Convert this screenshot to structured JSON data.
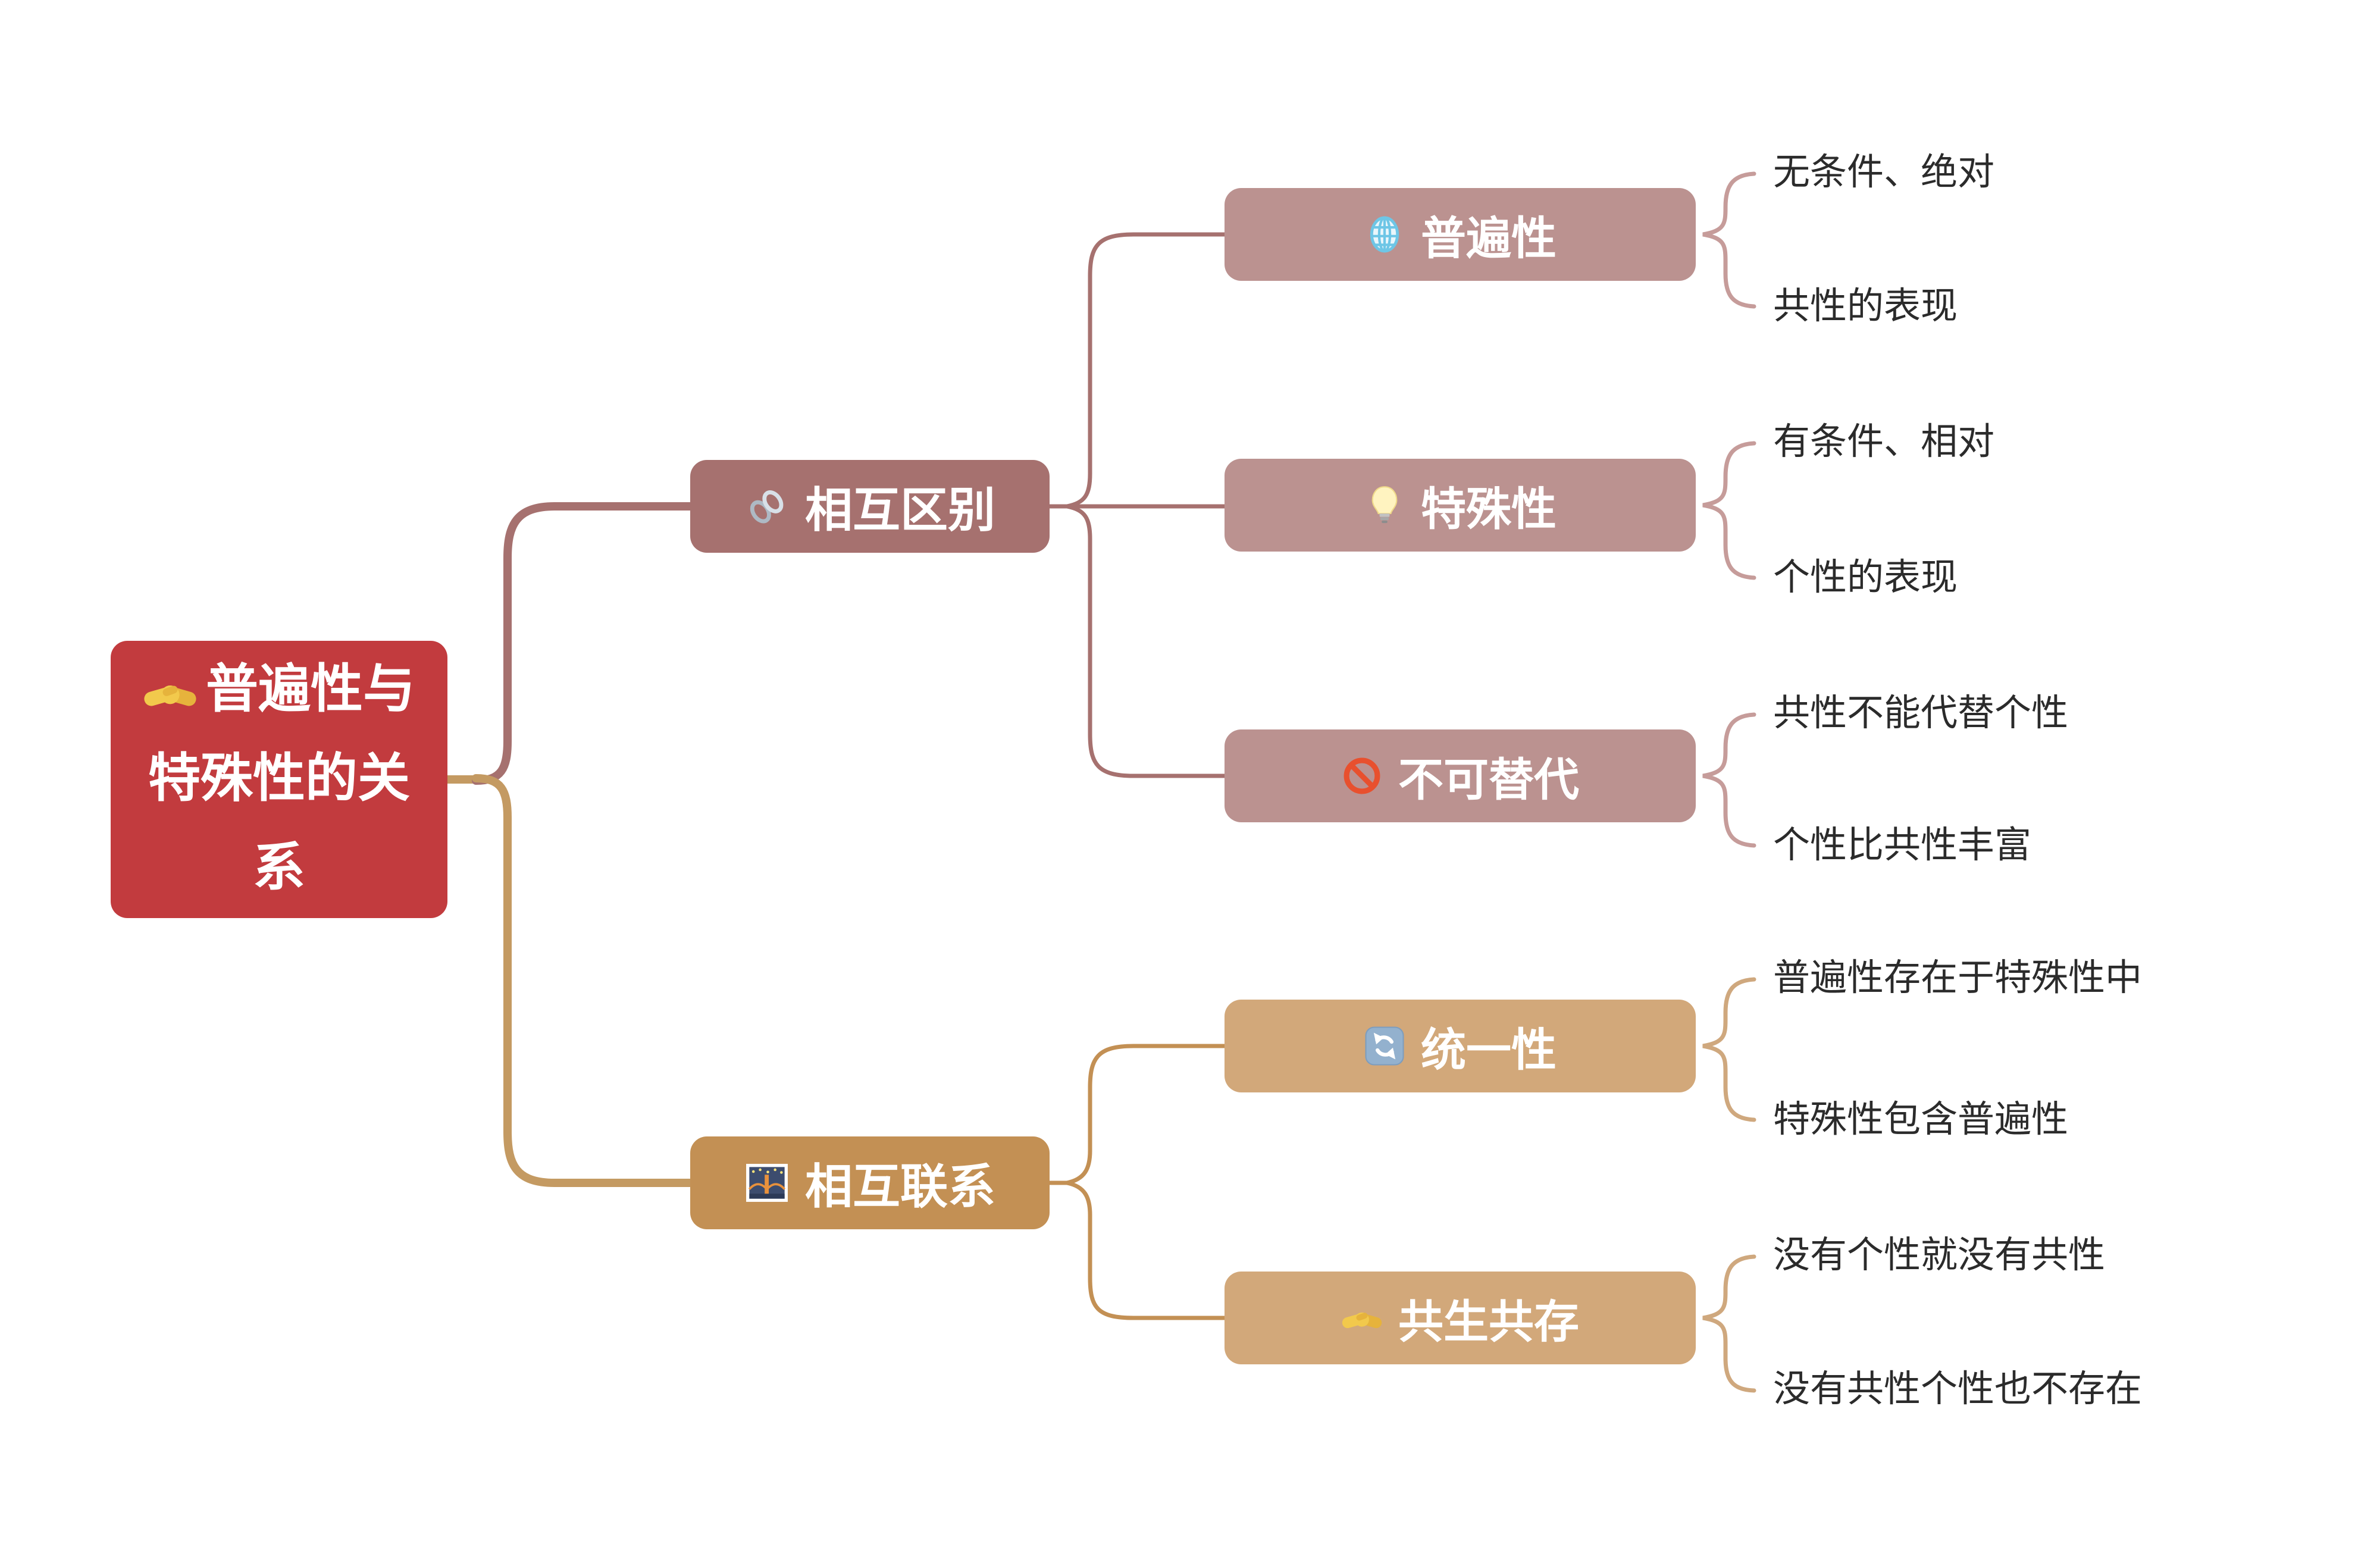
{
  "diagram_title": "普遍性与特殊性的关系",
  "root": {
    "label": "普遍性与特殊性的关系",
    "icon": "handshake-icon",
    "color": "#C23B3E",
    "text_color": "#FFFFFF"
  },
  "branches": [
    {
      "label": "相互区别",
      "icon": "link-icon",
      "color": "#A6716F",
      "child_color": "#BB9290",
      "brace_color": "#C69C9A",
      "children": [
        {
          "label": "普遍性",
          "icon": "globe-icon",
          "leaves": [
            "无条件、绝对",
            "共性的表现"
          ]
        },
        {
          "label": "特殊性",
          "icon": "lightbulb-icon",
          "leaves": [
            "有条件、相对",
            "个性的表现"
          ]
        },
        {
          "label": "不可替代",
          "icon": "no-entry-icon",
          "leaves": [
            "共性不能代替个性",
            "个性比共性丰富"
          ]
        }
      ]
    },
    {
      "label": "相互联系",
      "icon": "bridge-icon",
      "color": "#C39054",
      "child_color": "#D2A87A",
      "brace_color": "#CFA87E",
      "children": [
        {
          "label": "统一性",
          "icon": "arrows-cycle-icon",
          "leaves": [
            "普遍性存在于特殊性中",
            "特殊性包含普遍性"
          ]
        },
        {
          "label": "共生共存",
          "icon": "handshake-icon",
          "leaves": [
            "没有个性就没有共性",
            "没有共性个性也不存在"
          ]
        }
      ]
    }
  ],
  "palette": {
    "background": "#FFFFFF",
    "root_red": "#C23B3E",
    "branch_mauve": "#A6716F",
    "child_dusty_rose": "#BB9290",
    "rose_brace": "#C69C9A",
    "branch_camel": "#C39054",
    "child_light_camel": "#D2A87A",
    "camel_brace": "#CFA87E",
    "trunk_tan": "#C49A62",
    "leaf_text": "#2B2B2B"
  }
}
